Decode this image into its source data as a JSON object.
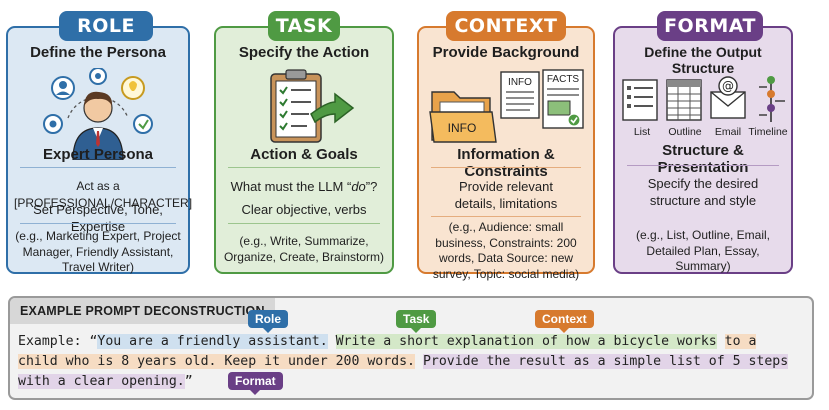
{
  "cards": {
    "role": {
      "title": "ROLE",
      "subtitle": "Define the Persona",
      "heading": "Expert Persona",
      "line1": "Act as a [PROFESSIONAL/CHARACTER]",
      "line2": "Set Perspective, Tone, Expertise",
      "examples": "(e.g., Marketing Expert, Project Manager, Friendly Assistant, Travel Writer)",
      "color": "#2f6fa8",
      "bg": "#dce8f3"
    },
    "task": {
      "title": "TASK",
      "subtitle": "Specify the Action",
      "heading": "Action & Goals",
      "line1_pre": "What must the LLM “",
      "line1_em": "do",
      "line1_post": "”?",
      "line2": "Clear objective, verbs",
      "examples": "(e.g., Write, Summarize, Organize, Create, Brainstorm)",
      "color": "#4f9a43",
      "bg": "#e1eed9"
    },
    "context": {
      "title": "CONTEXT",
      "subtitle": "Provide Background",
      "heading": "Information & Constraints",
      "line1": "Provide relevant details, limitations",
      "examples": "(e.g., Audience: small business, Constraints: 200 words, Data Source: new survey, Topic: social media)",
      "icon_labels": [
        "INFO",
        "INFO",
        "FACTS"
      ],
      "color": "#d77a2e",
      "bg": "#f9e4d1"
    },
    "format": {
      "title": "FORMAT",
      "subtitle": "Define the Output Structure",
      "heading": "Structure & Presentation",
      "line1": "Specify the desired structure and style",
      "examples": "(e.g., List, Outline, Email, Detailed Plan, Essay, Summary)",
      "icon_labels": [
        "List",
        "Outline",
        "Email",
        "Timeline"
      ],
      "color": "#6a3f86",
      "bg": "#e7dbeb"
    }
  },
  "example": {
    "heading": "EXAMPLE PROMPT DECONSTRUCTION",
    "tags": {
      "role": "Role",
      "task": "Task",
      "context": "Context",
      "format": "Format"
    },
    "prefix": "Example: “",
    "role_text": "You are a friendly assistant.",
    "task_text": "Write a short explanation of how a bicycle works",
    "context_text": "to a child who is 8 years old. Keep it under 200 words.",
    "format_text": "Provide the result as a simple list of 5 steps with a clear opening.",
    "suffix": "”"
  }
}
